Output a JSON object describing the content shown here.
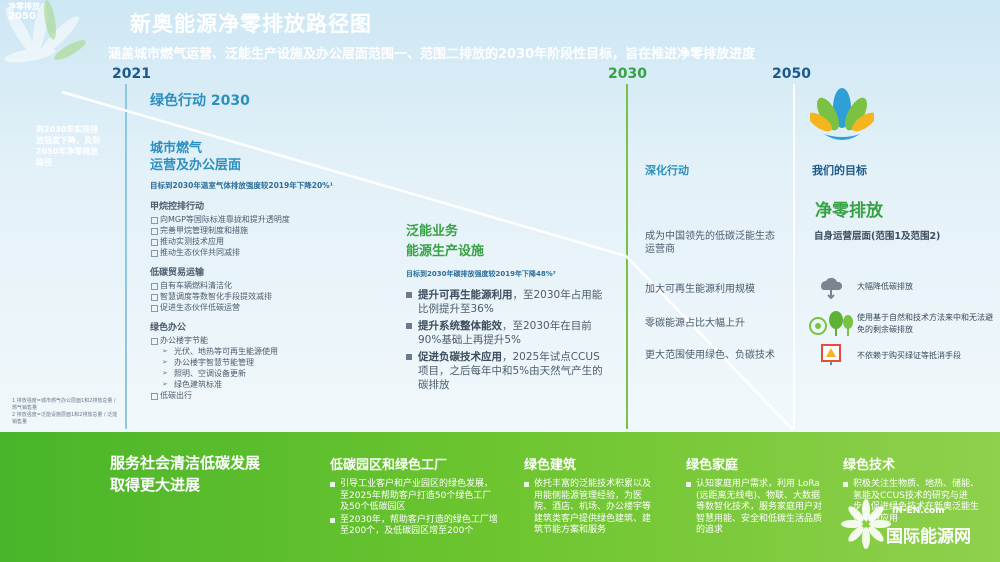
{
  "brand": {
    "line1": "净零排放",
    "line2": "2050"
  },
  "header": {
    "title": "新奥能源净零排放路径图",
    "subtitle": "涵盖城市燃气运营、泛能生产设施及办公层面范围一、范围二排放的2030年阶段性目标，旨在推进净零排放进度"
  },
  "timeline": {
    "y2021": "2021",
    "y2030": "2030",
    "y2050": "2050"
  },
  "left_note": "到2030年实现排放强度下降，及到2050年净零排放路径",
  "footnote": "1 排放强度=城市燃气办公层面1和2排放总量 / 燃气销售量\n2 排放强度=泛能设施层面1和2排放总量 / 泛能销售量",
  "green2030": {
    "title": "绿色行动 2030"
  },
  "city_gas": {
    "title_l1": "城市燃气",
    "title_l2": "运营及办公层面",
    "target": "目标到2030年温室气体排放强度较2019年下降20%¹",
    "g1_title": "甲烷控排行动",
    "g1_items": [
      "向MGP等国际标准靠拢和提升透明度",
      "完善甲烷管理制度和措施",
      "推动实测技术应用",
      "推动生态伙伴共同减排"
    ],
    "g2_title": "低碳贸易运输",
    "g2_items": [
      "自有车辆燃料清洁化",
      "智慧调度等数智化手段提效减排",
      "促进生态伙伴低碳运营"
    ],
    "g3_title": "绿色办公",
    "g3_items": [
      "办公楼宇节能"
    ],
    "g3_sub": [
      "光伏、地热等可再生能源使用",
      "办公楼宇智慧节能管理",
      "照明、空调设备更新",
      "绿色建筑标准"
    ],
    "g3_last": [
      "低碳出行"
    ]
  },
  "pan_energy": {
    "title_l1": "泛能业务",
    "title_l2": "能源生产设施",
    "target": "目标到2030年碳排放强度较2019年下降48%²",
    "items": [
      {
        "bold": "提升可再生能源利用",
        "rest": "，至2030年占用能比例提升至36%"
      },
      {
        "bold": "提升系统整体能效",
        "rest": "，至2030年在目前90%基础上再提升5%"
      },
      {
        "bold": "促进负碳技术应用",
        "rest": "，2025年试点CCUS项目，之后每年中和5%由天然气产生的碳排放"
      }
    ]
  },
  "deepen": {
    "title": "深化行动",
    "items": [
      "成为中国领先的低碳泛能生态运营商",
      "加大可再生能源利用规模",
      "零碳能源占比大幅上升",
      "更大范围使用绿色、负碳技术"
    ]
  },
  "goal": {
    "title": "我们的目标",
    "net_zero": "净零排放",
    "scope": "自身运营层面(范围1及范围2)",
    "rows": [
      "大幅降低碳排放",
      "使用基于自然和技术方法来中和无法避免的剩余碳排放",
      "不依赖于购买绿证等抵消手段"
    ]
  },
  "bottom": {
    "headline_l1": "服务社会清洁低碳发展",
    "headline_l2": "取得更大进展",
    "col1": {
      "title": "低碳园区和绿色工厂",
      "items": [
        "引导工业客户和产业园区的绿色发展，至2025年帮助客户打造50个绿色工厂及50个低碳园区",
        "至2030年，帮助客户打造的绿色工厂增至200个，及低碳园区增至200个"
      ]
    },
    "col2": {
      "title": "绿色建筑",
      "items": [
        "依托丰富的泛能技术积累以及用能侧能源管理经验，为医院、酒店、机场、办公楼宇等建筑类客户提供绿色建筑、建筑节能方案和服务"
      ]
    },
    "col3": {
      "title": "绿色家庭",
      "items": [
        "认知家庭用户需求，利用 LoRa (远距离无线电)、物联、大数据等数智化技术，服务家庭用户对智慧用能、安全和低碳生活品质的追求"
      ]
    },
    "col4": {
      "title": "绿色技术",
      "items": [
        "积极关注生物质、地热、储能、氢能及CCUS技术的研究与进步，促进绿色技术在新奥泛能生态中的应用"
      ]
    }
  },
  "watermark": {
    "site": "IN-EN.com",
    "name": "国际能源网"
  },
  "colors": {
    "green": "#37a244",
    "blue": "#2c8fc0",
    "deep": "#1d5a8a"
  }
}
